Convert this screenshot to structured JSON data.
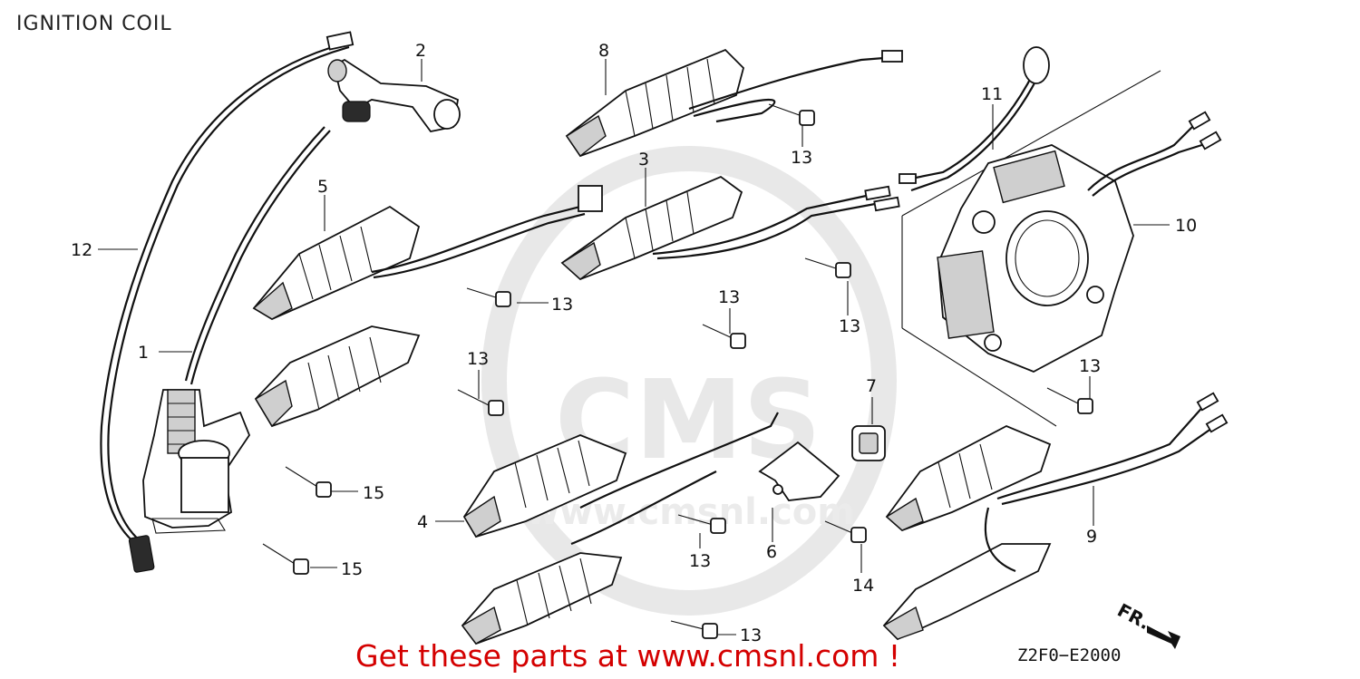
{
  "title": "IGNITION COIL",
  "watermark": "CMS",
  "watermark_url": "www.cmsnl.com",
  "promo": "Get these parts at www.cmsnl.com !",
  "drawing_code": "Z2F0−E2000",
  "front_marker": "FR.",
  "callouts": {
    "c1": "1",
    "c2": "2",
    "c3": "3",
    "c4": "4",
    "c5": "5",
    "c6": "6",
    "c7": "7",
    "c8": "8",
    "c9": "9",
    "c10": "10",
    "c11": "11",
    "c12": "12",
    "c13a": "13",
    "c13b": "13",
    "c13c": "13",
    "c13d": "13",
    "c13e": "13",
    "c13f": "13",
    "c13g": "13",
    "c13h": "13",
    "c14": "14",
    "c15a": "15",
    "c15b": "15"
  },
  "colors": {
    "line": "#111111",
    "promo": "#d40000",
    "watermark": "#d8d8d8"
  }
}
